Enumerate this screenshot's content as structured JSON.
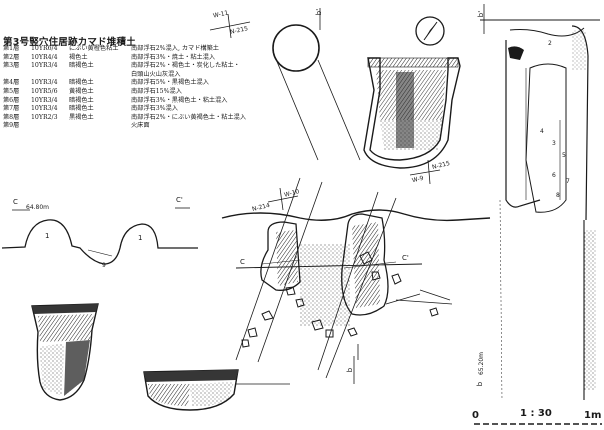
{
  "title": "第3号竪穴住居跡カマド堆積土",
  "layers": [
    {
      "layer": "第1層",
      "code": "10YR6/4",
      "color": "にぶい黄橙色粘土",
      "desc": "南部浮石2%混入, カマド構築土"
    },
    {
      "layer": "第2層",
      "code": "10YR4/4",
      "color": "褐色土",
      "desc": "南部浮石3%・焼土・粘土混入"
    },
    {
      "layer": "第3層",
      "code": "10YR3/4",
      "color": "暗褐色土",
      "desc": "南部浮石2%・褐色土・炭化した粘土・"
    },
    {
      "layer": "",
      "code": "",
      "color": "",
      "desc": "白頭山火山灰混入"
    },
    {
      "layer": "第4層",
      "code": "10YR3/4",
      "color": "暗褐色土",
      "desc": "南部浮石5%・黒褐色土混入"
    },
    {
      "layer": "第5層",
      "code": "10YR5/6",
      "color": "黄褐色土",
      "desc": "南部浮石15%混入"
    },
    {
      "layer": "第6層",
      "code": "10YR3/4",
      "color": "暗褐色土",
      "desc": "南部浮石3%・黒褐色土・粘土混入"
    },
    {
      "layer": "第7層",
      "code": "10YR3/4",
      "color": "暗褐色土",
      "desc": "南部浮石3%混入"
    },
    {
      "layer": "第8層",
      "code": "10YR2/3",
      "color": "黒褐色土",
      "desc": "南部浮石2%・にぶい黄褐色土・粘土混入"
    },
    {
      "layer": "第9層",
      "code": "",
      "color": "",
      "desc": "火床面"
    }
  ],
  "labels": {
    "section_c": "C",
    "section_c_elev": "64.80m",
    "section_c_prime": "C'",
    "mound_1a": "1",
    "mound_1b": "1",
    "mound_9": "9",
    "grid_w11": "W-11",
    "grid_n215a": "N-215",
    "grid_w9": "W-9",
    "grid_n215b": "N-215",
    "grid_w10": "W-10",
    "grid_n214": "N-214",
    "plan_c": "C",
    "plan_c_prime": "C'",
    "plan_b_top": "b'",
    "plan_b_bottom": "b",
    "right_b_top": "b'",
    "right_elev": "65.20m",
    "right_b_bottom": "b",
    "scale_zero": "0",
    "scale_ratio": "1 : 30",
    "scale_end": "1m"
  },
  "section_numbers": [
    "2",
    "4",
    "3",
    "5",
    "6",
    "7",
    "8"
  ],
  "colors": {
    "ink": "#1a1a1a",
    "paper": "#ffffff"
  }
}
